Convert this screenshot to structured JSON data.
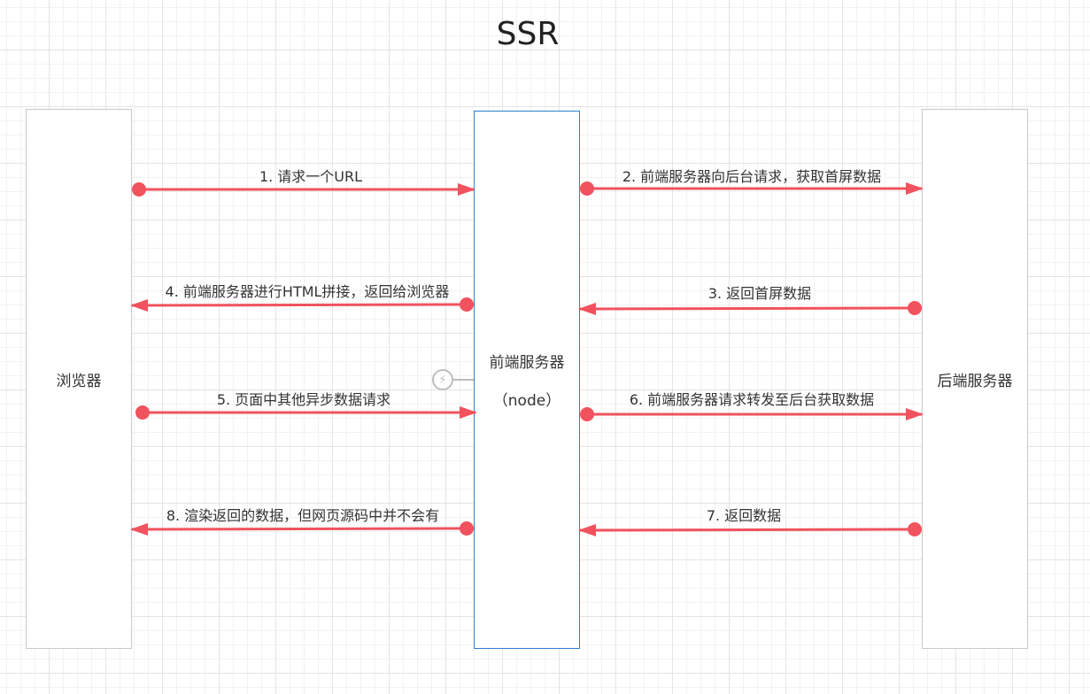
{
  "title": "SSR",
  "boxes": {
    "browser": "浏览器",
    "frontend_line1": "前端服务器",
    "frontend_line2": "（node）",
    "backend": "后端服务器"
  },
  "steps": [
    {
      "label": "1. 请求一个URL"
    },
    {
      "label": "2. 前端服务器向后台请求，获取首屏数据"
    },
    {
      "label": "3. 返回首屏数据"
    },
    {
      "label": "4. 前端服务器进行HTML拼接，返回给浏览器"
    },
    {
      "label": "5. 页面中其他异步数据请求"
    },
    {
      "label": "6. 前端服务器请求转发至后台获取数据"
    },
    {
      "label": "7. 返回数据"
    },
    {
      "label": "8. 渲染返回的数据，但网页源码中并不会有"
    }
  ],
  "colors": {
    "arrow": "#f0525e",
    "frontend_border": "#2f7fd1",
    "box_border": "#c8c8c8"
  },
  "icons": {
    "connector": "lightning-connector-icon"
  }
}
